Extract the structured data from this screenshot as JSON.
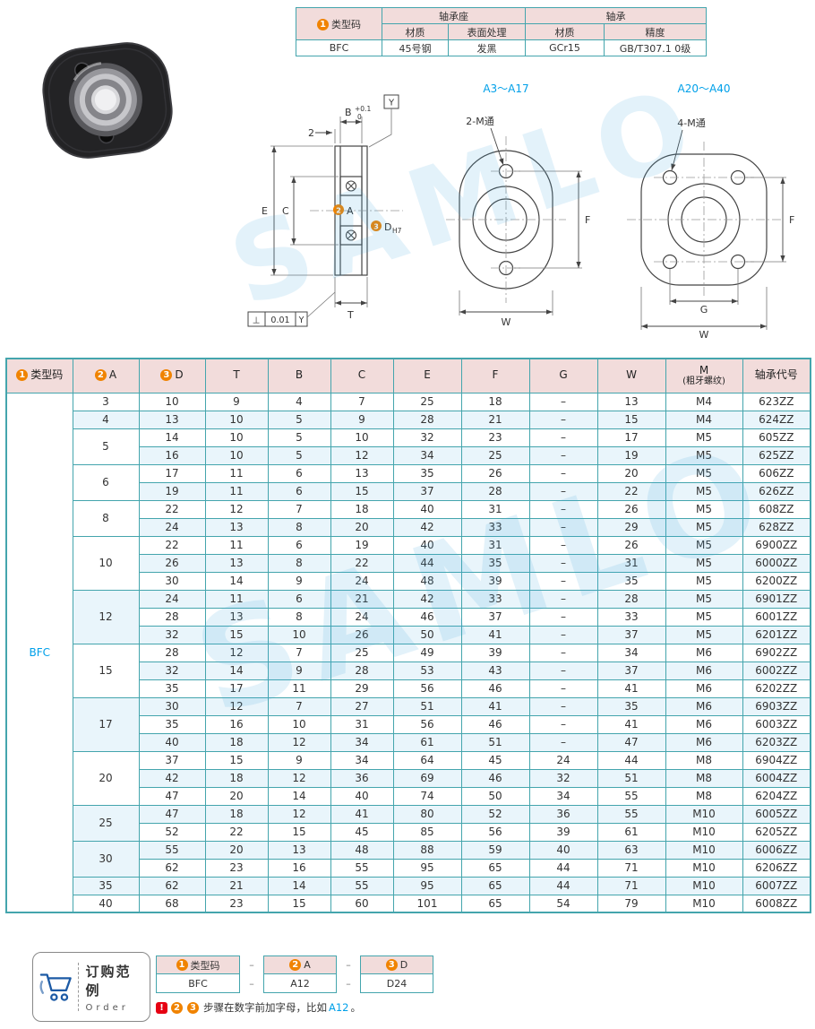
{
  "watermark": "SAMLO",
  "spec_table": {
    "type_num": "1",
    "type_label": "类型码",
    "group_housing": "轴承座",
    "group_bearing": "轴承",
    "col_housing_material": "材质",
    "col_surface": "表面处理",
    "col_bearing_material": "材质",
    "col_precision": "精度",
    "code": "BFC",
    "housing_material": "45号钢",
    "surface": "发黑",
    "bearing_material": "GCr15",
    "precision": "GB/T307.1 0级"
  },
  "drawings": {
    "section": {
      "dim_2": "2",
      "dim_b": "B",
      "tol_plus": "+0.1",
      "tol_zero": "0",
      "dim_e": "E",
      "dim_c": "C",
      "dim_t": "T",
      "datum": "Y",
      "num_a": "2",
      "dim_a": "A",
      "num_d": "3",
      "dim_d": "D",
      "dim_d_tol": "H7",
      "fcf_symbol": "⊥",
      "fcf_value": "0.01",
      "fcf_datum": "Y"
    },
    "two_hole": {
      "title": "A3～A17",
      "callout": "2-M通",
      "dim_f": "F",
      "dim_w": "W"
    },
    "four_hole": {
      "title": "A20～A40",
      "callout": "4-M通",
      "dim_f": "F",
      "dim_g": "G",
      "dim_w": "W"
    }
  },
  "main_table": {
    "headers": {
      "type": {
        "num": "1",
        "label": "类型码"
      },
      "a": {
        "num": "2",
        "label": "A"
      },
      "d": {
        "num": "3",
        "label": "D"
      },
      "t": "T",
      "b": "B",
      "c": "C",
      "e": "E",
      "f": "F",
      "g": "G",
      "w": "W",
      "m": {
        "label": "M",
        "sub": "(粗牙螺纹)"
      },
      "bearing": "轴承代号"
    },
    "type_code": "BFC",
    "column_keys": [
      "D",
      "T",
      "B",
      "C",
      "E",
      "F",
      "G",
      "W",
      "M",
      "轴承代号"
    ],
    "groups": [
      {
        "a": "3",
        "rows": [
          [
            "10",
            "9",
            "4",
            "7",
            "25",
            "18",
            "–",
            "13",
            "M4",
            "623ZZ"
          ]
        ]
      },
      {
        "a": "4",
        "rows": [
          [
            "13",
            "10",
            "5",
            "9",
            "28",
            "21",
            "–",
            "15",
            "M4",
            "624ZZ"
          ]
        ]
      },
      {
        "a": "5",
        "rows": [
          [
            "14",
            "10",
            "5",
            "10",
            "32",
            "23",
            "–",
            "17",
            "M5",
            "605ZZ"
          ],
          [
            "16",
            "10",
            "5",
            "12",
            "34",
            "25",
            "–",
            "19",
            "M5",
            "625ZZ"
          ]
        ]
      },
      {
        "a": "6",
        "rows": [
          [
            "17",
            "11",
            "6",
            "13",
            "35",
            "26",
            "–",
            "20",
            "M5",
            "606ZZ"
          ],
          [
            "19",
            "11",
            "6",
            "15",
            "37",
            "28",
            "–",
            "22",
            "M5",
            "626ZZ"
          ]
        ]
      },
      {
        "a": "8",
        "rows": [
          [
            "22",
            "12",
            "7",
            "18",
            "40",
            "31",
            "–",
            "26",
            "M5",
            "608ZZ"
          ],
          [
            "24",
            "13",
            "8",
            "20",
            "42",
            "33",
            "–",
            "29",
            "M5",
            "628ZZ"
          ]
        ]
      },
      {
        "a": "10",
        "rows": [
          [
            "22",
            "11",
            "6",
            "19",
            "40",
            "31",
            "–",
            "26",
            "M5",
            "6900ZZ"
          ],
          [
            "26",
            "13",
            "8",
            "22",
            "44",
            "35",
            "–",
            "31",
            "M5",
            "6000ZZ"
          ],
          [
            "30",
            "14",
            "9",
            "24",
            "48",
            "39",
            "–",
            "35",
            "M5",
            "6200ZZ"
          ]
        ]
      },
      {
        "a": "12",
        "rows": [
          [
            "24",
            "11",
            "6",
            "21",
            "42",
            "33",
            "–",
            "28",
            "M5",
            "6901ZZ"
          ],
          [
            "28",
            "13",
            "8",
            "24",
            "46",
            "37",
            "–",
            "33",
            "M5",
            "6001ZZ"
          ],
          [
            "32",
            "15",
            "10",
            "26",
            "50",
            "41",
            "–",
            "37",
            "M5",
            "6201ZZ"
          ]
        ]
      },
      {
        "a": "15",
        "rows": [
          [
            "28",
            "12",
            "7",
            "25",
            "49",
            "39",
            "–",
            "34",
            "M6",
            "6902ZZ"
          ],
          [
            "32",
            "14",
            "9",
            "28",
            "53",
            "43",
            "–",
            "37",
            "M6",
            "6002ZZ"
          ],
          [
            "35",
            "17",
            "11",
            "29",
            "56",
            "46",
            "–",
            "41",
            "M6",
            "6202ZZ"
          ]
        ]
      },
      {
        "a": "17",
        "rows": [
          [
            "30",
            "12",
            "7",
            "27",
            "51",
            "41",
            "–",
            "35",
            "M6",
            "6903ZZ"
          ],
          [
            "35",
            "16",
            "10",
            "31",
            "56",
            "46",
            "–",
            "41",
            "M6",
            "6003ZZ"
          ],
          [
            "40",
            "18",
            "12",
            "34",
            "61",
            "51",
            "–",
            "47",
            "M6",
            "6203ZZ"
          ]
        ]
      },
      {
        "a": "20",
        "rows": [
          [
            "37",
            "15",
            "9",
            "34",
            "64",
            "45",
            "24",
            "44",
            "M8",
            "6904ZZ"
          ],
          [
            "42",
            "18",
            "12",
            "36",
            "69",
            "46",
            "32",
            "51",
            "M8",
            "6004ZZ"
          ],
          [
            "47",
            "20",
            "14",
            "40",
            "74",
            "50",
            "34",
            "55",
            "M8",
            "6204ZZ"
          ]
        ]
      },
      {
        "a": "25",
        "rows": [
          [
            "47",
            "18",
            "12",
            "41",
            "80",
            "52",
            "36",
            "55",
            "M10",
            "6005ZZ"
          ],
          [
            "52",
            "22",
            "15",
            "45",
            "85",
            "56",
            "39",
            "61",
            "M10",
            "6205ZZ"
          ]
        ]
      },
      {
        "a": "30",
        "rows": [
          [
            "55",
            "20",
            "13",
            "48",
            "88",
            "59",
            "40",
            "63",
            "M10",
            "6006ZZ"
          ],
          [
            "62",
            "23",
            "16",
            "55",
            "95",
            "65",
            "44",
            "71",
            "M10",
            "6206ZZ"
          ]
        ]
      },
      {
        "a": "35",
        "rows": [
          [
            "62",
            "21",
            "14",
            "55",
            "95",
            "65",
            "44",
            "71",
            "M10",
            "6007ZZ"
          ]
        ]
      },
      {
        "a": "40",
        "rows": [
          [
            "68",
            "23",
            "15",
            "60",
            "101",
            "65",
            "54",
            "79",
            "M10",
            "6008ZZ"
          ]
        ]
      }
    ]
  },
  "order": {
    "title": "订购范例",
    "subtitle": "Order",
    "h_type": {
      "num": "1",
      "label": "类型码"
    },
    "h_a": {
      "num": "2",
      "label": "A"
    },
    "h_d": {
      "num": "3",
      "label": "D"
    },
    "dash": "–",
    "v_type": "BFC",
    "v_a": "A12",
    "v_d": "D24",
    "note_excl": "!",
    "note_num2": "2",
    "note_num3": "3",
    "note_text": "步骤在数字前加字母，比如",
    "note_code": "A12",
    "note_end": "。"
  }
}
